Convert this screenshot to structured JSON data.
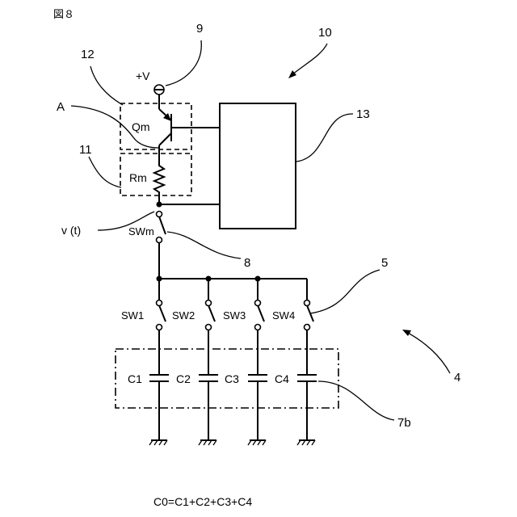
{
  "figure_label": "図８",
  "labels": {
    "ref_9": "9",
    "ref_10": "10",
    "ref_12": "12",
    "plus_v": "+V",
    "ref_A": "A",
    "ref_13": "13",
    "qm": "Qm",
    "ref_11": "11",
    "rm": "Rm",
    "vt": "v (t)",
    "swm": "SWm",
    "ref_8": "8",
    "ref_5": "5",
    "sw1": "SW1",
    "sw2": "SW2",
    "sw3": "SW3",
    "sw4": "SW4",
    "c1": "C1",
    "c2": "C2",
    "c3": "C3",
    "c4": "C4",
    "ref_4": "4",
    "ref_7b": "7b"
  },
  "equation": "C0=C1+C2+C3+C4"
}
